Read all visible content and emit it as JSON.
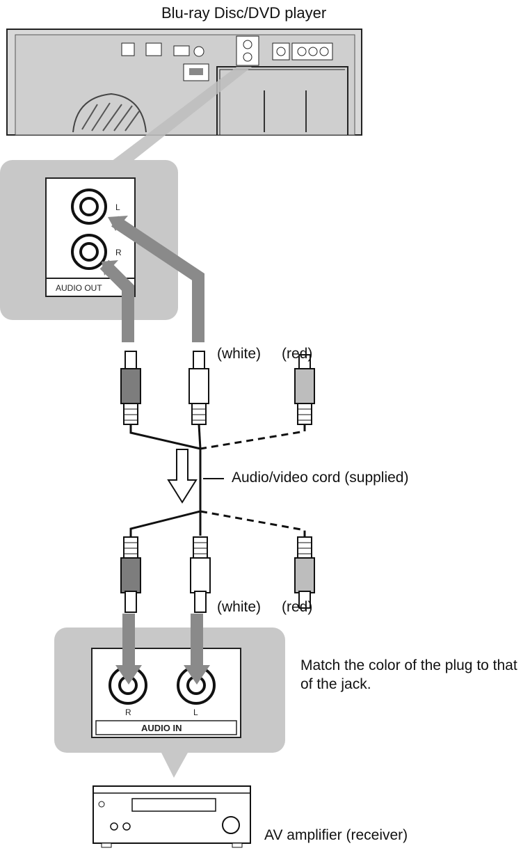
{
  "title": "Blu-ray Disc/DVD player",
  "player_jack_panel": {
    "label_L": "L",
    "label_R": "R",
    "panel_label": "AUDIO OUT"
  },
  "plug_colors_top": {
    "white": "(white)",
    "red": "(red)"
  },
  "cord_label": "Audio/video cord (supplied)",
  "plug_colors_bottom": {
    "white": "(white)",
    "red": "(red)"
  },
  "amp_jack_panel": {
    "label_R": "R",
    "label_L": "L",
    "panel_label": "AUDIO IN"
  },
  "note": "Match the color of the plug to that of the jack.",
  "amplifier_label": "AV amplifier (receiver)",
  "colors": {
    "callout_gray": "#c8c8c8",
    "arrow_gray": "#8a8a8a",
    "device_gray": "#d9d9d9"
  }
}
